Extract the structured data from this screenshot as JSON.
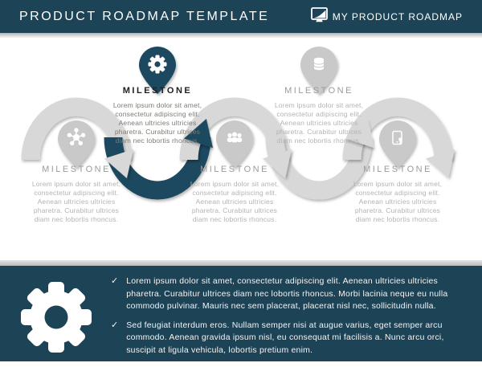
{
  "palette": {
    "navy_header": "#1d4356",
    "navy_accent": "#1e4a60",
    "arc_gray": "#d8d8d8",
    "pin_gray": "#c9c9c9",
    "title_gray": "#9b9b9b",
    "body_gray": "#b5b3b0",
    "active_title": "#22201e",
    "active_body": "#7e7a74",
    "strip_gray": "#bfbfbf",
    "white": "#ffffff"
  },
  "header": {
    "title": "PRODUCT ROADMAP TEMPLATE",
    "brand": "MY PRODUCT ROADMAP",
    "brand_icon": "monitor-chart-icon"
  },
  "milestones": [
    {
      "label": "MILESTONE",
      "description": "Lorem ipsum dolor sit amet, consectetur adipiscing elit. Aenean ultricies ultricies pharetra. Curabitur ultrices diam nec lobortis rhoncus.",
      "icon": "network-icon",
      "state": "default",
      "position": "bottom"
    },
    {
      "label": "MILESTONE",
      "description": "Lorem ipsum dolor sit amet, consectetur adipiscing elit. Aenean ultricies ultricies pharetra. Curabitur ultrices diam nec lobortis rhoncus.",
      "icon": "gear-icon",
      "state": "active",
      "position": "top"
    },
    {
      "label": "MILESTONE",
      "description": "Lorem ipsum dolor sit amet, consectetur adipiscing elit. Aenean ultricies ultricies pharetra. Curabitur ultrices diam nec lobortis rhoncus.",
      "icon": "people-icon",
      "state": "default",
      "position": "bottom"
    },
    {
      "label": "MILESTONE",
      "description": "Lorem ipsum dolor sit amet, consectetur adipiscing elit. Aenean ultricies ultricies pharetra. Curabitur ultrices diam nec lobortis rhoncus.",
      "icon": "database-icon",
      "state": "default",
      "position": "top"
    },
    {
      "label": "MILESTONE",
      "description": "Lorem ipsum dolor sit amet, consectetur adipiscing elit. Aenean ultricies ultricies pharetra. Curabitur ultrices diam nec lobortis rhoncus.",
      "icon": "mobile-touch-icon",
      "state": "default",
      "position": "bottom"
    }
  ],
  "footer": {
    "icon": "gear-icon",
    "bullets": [
      {
        "marker": "✓",
        "text": "Lorem ipsum dolor sit amet, consectetur adipiscing elit. Aenean ultricies ultricies pharetra. Curabitur ultrices diam nec lobortis rhoncus. Morbi lacinia neque eu nulla commodo pulvinar. Mauris nec sem placerat, placerat nisl nec, sollicitudin nulla."
      },
      {
        "marker": "✓",
        "text": "Sed feugiat interdum eros. Nullam semper nisi at augue varius, eget semper arcu commodo. Aenean gravida ipsum nisl, eu consequat mi facilisis a. Nunc arcu orci, suscipit at ligula vehicula, lobortis pretium enim."
      }
    ]
  }
}
